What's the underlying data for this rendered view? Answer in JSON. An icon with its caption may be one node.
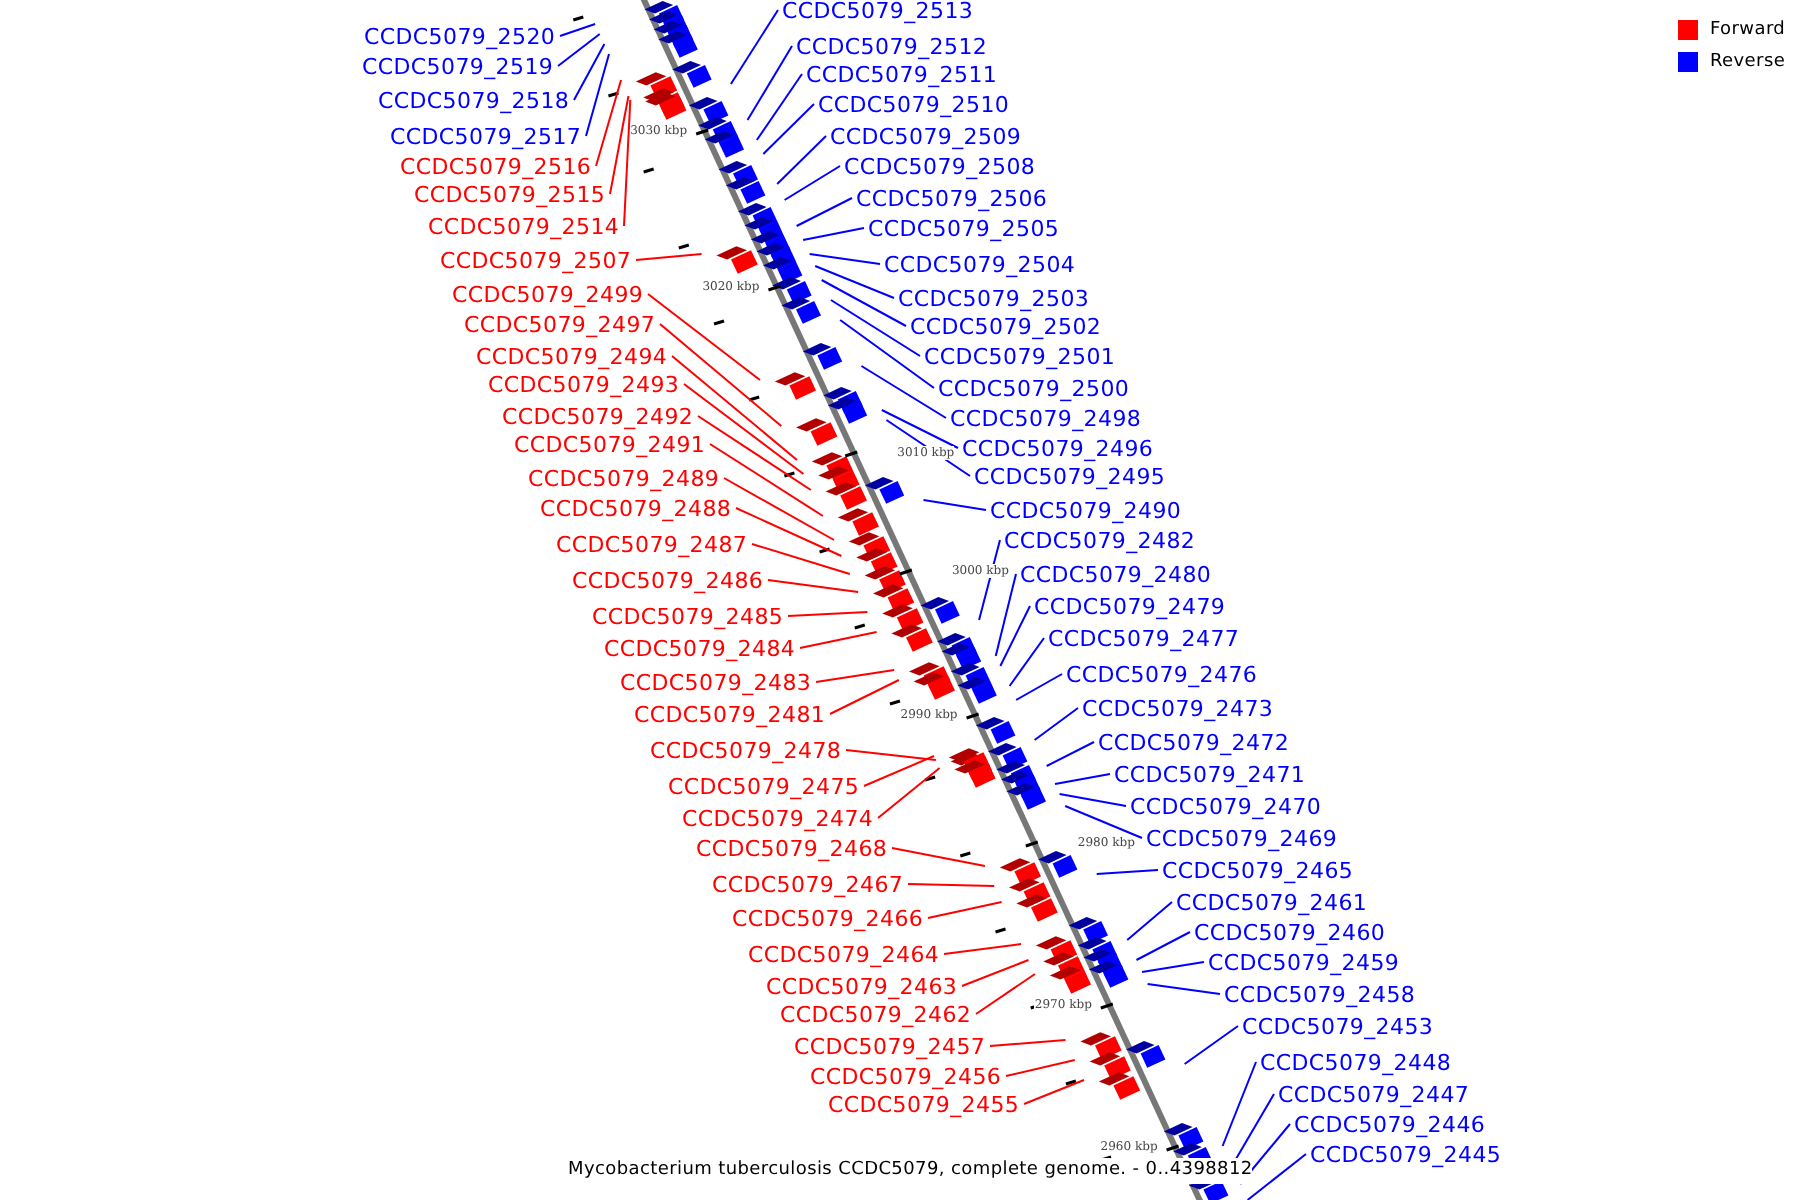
{
  "diagram": {
    "caption": "Mycobacterium tuberculosis CCDC5079, complete genome. - 0..4398812",
    "nodes": [
      {
        "text": [
          "CCDC5079_2520"
        ]
      },
      {
        "text": [
          "CCDC5079_2519"
        ]
      },
      {
        "text": [
          "CCDC5079_2518"
        ]
      },
      {
        "text": [
          "CCDC5079_2517"
        ]
      },
      {
        "text": [
          "CCDC5079_2516"
        ]
      },
      {
        "text": [
          "CCDC5079_2515"
        ]
      },
      {
        "text": [
          "CCDC5079_2514"
        ]
      },
      {
        "text": [
          "CCDC5079_2507"
        ]
      },
      {
        "text": [
          "CCDC5079_2499"
        ]
      },
      {
        "text": [
          "CCDC5079_2497"
        ]
      },
      {
        "text": [
          "CCDC5079_2494"
        ]
      },
      {
        "text": [
          "CCDC5079_2493"
        ]
      },
      {
        "text": [
          "CCDC5079_2492"
        ]
      },
      {
        "text": [
          "CCDC5079_2491"
        ]
      },
      {
        "text": [
          "CCDC5079_2489"
        ]
      },
      {
        "text": [
          "CCDC5079_2488"
        ]
      },
      {
        "text": [
          "CCDC5079_2487"
        ]
      },
      {
        "text": [
          "CCDC5079_2486"
        ]
      },
      {
        "text": [
          "CCDC5079_2485"
        ]
      },
      {
        "text": [
          "CCDC5079_2484"
        ]
      },
      {
        "text": [
          "CCDC5079_2483"
        ]
      },
      {
        "text": [
          "CCDC5079_2481"
        ]
      },
      {
        "text": [
          "CCDC5079_2478"
        ]
      },
      {
        "text": [
          "CCDC5079_2475"
        ]
      },
      {
        "text": [
          "CCDC5079_2474"
        ]
      },
      {
        "text": [
          "CCDC5079_2468"
        ]
      },
      {
        "text": [
          "CCDC5079_2467"
        ]
      },
      {
        "text": [
          "CCDC5079_2466"
        ]
      },
      {
        "text": [
          "CCDC5079_2464"
        ]
      },
      {
        "text": [
          "CCDC5079_2463"
        ]
      },
      {
        "text": [
          "CCDC5079_2462"
        ]
      },
      {
        "text": [
          "CCDC5079_2457"
        ]
      },
      {
        "text": [
          "CCDC5079_2456"
        ]
      },
      {
        "text": [
          "CCDC5079_2455"
        ]
      },
      {
        "text": [
          "CCDC5079_2513"
        ]
      },
      {
        "text": [
          "CCDC5079_2512"
        ]
      },
      {
        "text": [
          "CCDC5079_2511"
        ]
      },
      {
        "text": [
          "CCDC5079_2510"
        ]
      },
      {
        "text": [
          "CCDC5079_2509"
        ]
      },
      {
        "text": [
          "CCDC5079_2508"
        ]
      },
      {
        "text": [
          "CCDC5079_2506"
        ]
      },
      {
        "text": [
          "CCDC5079_2505"
        ]
      },
      {
        "text": [
          "CCDC5079_2504"
        ]
      },
      {
        "text": [
          "CCDC5079_2503"
        ]
      },
      {
        "text": [
          "CCDC5079_2502"
        ]
      },
      {
        "text": [
          "CCDC5079_2501"
        ]
      },
      {
        "text": [
          "CCDC5079_2500"
        ]
      },
      {
        "text": [
          "CCDC5079_2498"
        ]
      },
      {
        "text": [
          "CCDC5079_2496"
        ]
      },
      {
        "text": [
          "CCDC5079_2495"
        ]
      },
      {
        "text": [
          "CCDC5079_2490"
        ]
      },
      {
        "text": [
          "CCDC5079_2482"
        ]
      },
      {
        "text": [
          "CCDC5079_2480"
        ]
      },
      {
        "text": [
          "CCDC5079_2479"
        ]
      },
      {
        "text": [
          "CCDC5079_2477"
        ]
      },
      {
        "text": [
          "CCDC5079_2476"
        ]
      },
      {
        "text": [
          "CCDC5079_2473"
        ]
      },
      {
        "text": [
          "CCDC5079_2472"
        ]
      },
      {
        "text": [
          "CCDC5079_2471"
        ]
      },
      {
        "text": [
          "CCDC5079_2470"
        ]
      },
      {
        "text": [
          "CCDC5079_2469"
        ]
      },
      {
        "text": [
          "CCDC5079_2465"
        ]
      },
      {
        "text": [
          "CCDC5079_2461"
        ]
      },
      {
        "text": [
          "CCDC5079_2460"
        ]
      },
      {
        "text": [
          "CCDC5079_2459"
        ]
      },
      {
        "text": [
          "CCDC5079_2458"
        ]
      },
      {
        "text": [
          "CCDC5079_2453"
        ]
      },
      {
        "text": [
          "CCDC5079_2448"
        ]
      },
      {
        "text": [
          "CCDC5079_2447"
        ]
      },
      {
        "text": [
          "CCDC5079_2446"
        ]
      },
      {
        "text": [
          "CCDC5079_2445"
        ]
      }
    ],
    "edges": [
      {
        "from": 0,
        "to": null,
        "arrow": "none"
      },
      {
        "from": 1,
        "to": null,
        "arrow": "none"
      },
      {
        "from": 2,
        "to": null,
        "arrow": "none"
      },
      {
        "from": 3,
        "to": null,
        "arrow": "none"
      },
      {
        "from": 4,
        "to": null,
        "arrow": "none",
        "color": "#ff0000"
      },
      {
        "from": 5,
        "to": null,
        "arrow": "none",
        "color": "#ff0000"
      },
      {
        "from": 6,
        "to": null,
        "arrow": "none",
        "color": "#ff0000"
      },
      {
        "from": 7,
        "to": null,
        "arrow": "none",
        "color": "#ff0000"
      },
      {
        "from": 8,
        "to": null,
        "arrow": "none",
        "color": "#ff0000"
      },
      {
        "from": 9,
        "to": null,
        "arrow": "none",
        "color": "#ff0000"
      },
      {
        "from": 10,
        "to": null,
        "arrow": "none",
        "color": "#ff0000"
      },
      {
        "from": 11,
        "to": null,
        "arrow": "none",
        "color": "#ff0000"
      },
      {
        "from": 12,
        "to": null,
        "arrow": "none",
        "color": "#ff0000"
      },
      {
        "from": 13,
        "to": null,
        "arrow": "none",
        "color": "#ff0000"
      },
      {
        "from": 14,
        "to": null,
        "arrow": "none",
        "color": "#ff0000"
      },
      {
        "from": 15,
        "to": null,
        "arrow": "none",
        "color": "#ff0000"
      },
      {
        "from": 16,
        "to": null,
        "arrow": "none",
        "color": "#ff0000"
      },
      {
        "from": 17,
        "to": null,
        "arrow": "none",
        "color": "#ff0000"
      },
      {
        "from": 18,
        "to": null,
        "arrow": "none",
        "color": "#ff0000"
      },
      {
        "from": 19,
        "to": null,
        "arrow": "none",
        "color": "#ff0000"
      },
      {
        "from": 20,
        "to": null,
        "arrow": "none",
        "color": "#ff0000"
      },
      {
        "from": 21,
        "to": null,
        "arrow": "none",
        "color": "#ff0000"
      },
      {
        "from": 22,
        "to": null,
        "arrow": "none",
        "color": "#ff0000"
      },
      {
        "from": 23,
        "to": null,
        "arrow": "none",
        "color": "#ff0000"
      },
      {
        "from": 24,
        "to": null,
        "arrow": "none",
        "color": "#ff0000"
      },
      {
        "from": 25,
        "to": null,
        "arrow": "none",
        "color": "#ff0000"
      },
      {
        "from": 26,
        "to": null,
        "arrow": "none",
        "color": "#ff0000"
      },
      {
        "from": 27,
        "to": null,
        "arrow": "none",
        "color": "#ff0000"
      },
      {
        "from": 28,
        "to": null,
        "arrow": "none",
        "color": "#ff0000"
      },
      {
        "from": 29,
        "to": null,
        "arrow": "none",
        "color": "#ff0000"
      },
      {
        "from": 30,
        "to": null,
        "arrow": "none",
        "color": "#ff0000"
      },
      {
        "from": 31,
        "to": null,
        "arrow": "none",
        "color": "#ff0000"
      },
      {
        "from": 32,
        "to": null,
        "arrow": "none",
        "color": "#ff0000"
      },
      {
        "from": 33,
        "to": null,
        "arrow": "none",
        "color": "#ff0000"
      },
      {
        "from": 34,
        "to": null,
        "arrow": "none"
      },
      {
        "from": 35,
        "to": null,
        "arrow": "none"
      },
      {
        "from": 36,
        "to": null,
        "arrow": "none"
      },
      {
        "from": 37,
        "to": null,
        "arrow": "none"
      },
      {
        "from": 38,
        "to": null,
        "arrow": "none"
      },
      {
        "from": 39,
        "to": null,
        "arrow": "none"
      },
      {
        "from": 40,
        "to": null,
        "arrow": "none"
      },
      {
        "from": 41,
        "to": null,
        "arrow": "none"
      },
      {
        "from": 42,
        "to": null,
        "arrow": "none"
      },
      {
        "from": 43,
        "to": null,
        "arrow": "none"
      },
      {
        "from": 44,
        "to": null,
        "arrow": "none"
      },
      {
        "from": 45,
        "to": null,
        "arrow": "none"
      },
      {
        "from": 46,
        "to": null,
        "arrow": "none"
      },
      {
        "from": 47,
        "to": null,
        "arrow": "none"
      },
      {
        "from": 48,
        "to": null,
        "arrow": "none"
      },
      {
        "from": 49,
        "to": null,
        "arrow": "none"
      },
      {
        "from": 50,
        "to": null,
        "arrow": "none"
      },
      {
        "from": 51,
        "to": null,
        "arrow": "none"
      },
      {
        "from": 52,
        "to": null,
        "arrow": "none"
      },
      {
        "from": 53,
        "to": null,
        "arrow": "none"
      },
      {
        "from": 54,
        "to": null,
        "arrow": "none"
      },
      {
        "from": 55,
        "to": null,
        "arrow": "none"
      },
      {
        "from": 56,
        "to": null,
        "arrow": "none"
      },
      {
        "from": 57,
        "to": null,
        "arrow": "none"
      },
      {
        "from": 58,
        "to": null,
        "arrow": "none"
      },
      {
        "from": 59,
        "to": null,
        "arrow": "none"
      },
      {
        "from": 60,
        "to": null,
        "arrow": "none"
      },
      {
        "from": 61,
        "to": null,
        "arrow": "none"
      },
      {
        "from": 62,
        "to": null,
        "arrow": "none"
      },
      {
        "from": 63,
        "to": null,
        "arrow": "none"
      },
      {
        "from": 64,
        "to": null,
        "arrow": "none"
      },
      {
        "from": 65,
        "to": null,
        "arrow": "none"
      },
      {
        "from": 66,
        "to": null,
        "arrow": "none"
      },
      {
        "from": 67,
        "to": null,
        "arrow": "none"
      },
      {
        "from": 68,
        "to": null,
        "arrow": "none"
      },
      {
        "from": 69,
        "to": null,
        "arrow": "none"
      },
      {
        "from": 70,
        "to": null,
        "arrow": "none"
      }
    ],
    "labels": [
      "3030 kbp",
      "3020 kbp",
      "3010 kbp",
      "3000 kbp",
      "2990 kbp",
      "2980 kbp",
      "2970 kbp",
      "2960 kbp"
    ],
    "legend": [
      {
        "text": "Forward",
        "color": "#ff0000"
      },
      {
        "text": "Reverse",
        "color": "#0000ff"
      }
    ]
  }
}
